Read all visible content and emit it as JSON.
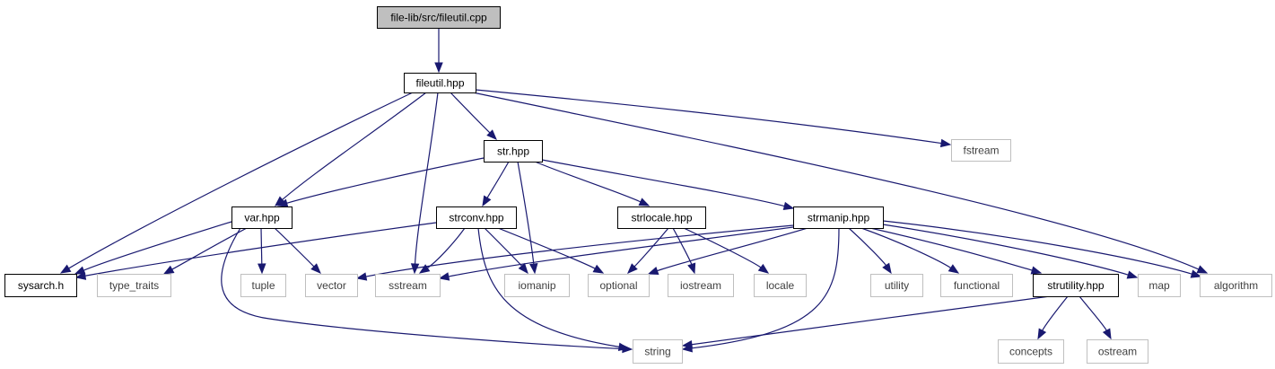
{
  "colors": {
    "edge": "#191970",
    "root_fill": "#bfbfbf",
    "root_border": "#000000",
    "internal_border": "#000000",
    "external_border": "#bfbfbf",
    "internal_text": "#000000",
    "external_text": "#404040"
  },
  "nodes": [
    {
      "id": "root",
      "label": "file-lib/src/fileutil.cpp",
      "kind": "root"
    },
    {
      "id": "fileutil_hpp",
      "label": "fileutil.hpp",
      "kind": "internal"
    },
    {
      "id": "fstream",
      "label": "fstream",
      "kind": "external"
    },
    {
      "id": "str_hpp",
      "label": "str.hpp",
      "kind": "internal"
    },
    {
      "id": "var_hpp",
      "label": "var.hpp",
      "kind": "internal"
    },
    {
      "id": "strconv_hpp",
      "label": "strconv.hpp",
      "kind": "internal"
    },
    {
      "id": "strlocale_hpp",
      "label": "strlocale.hpp",
      "kind": "internal"
    },
    {
      "id": "strmanip_hpp",
      "label": "strmanip.hpp",
      "kind": "internal"
    },
    {
      "id": "sysarch_h",
      "label": "sysarch.h",
      "kind": "internal"
    },
    {
      "id": "type_traits",
      "label": "type_traits",
      "kind": "external"
    },
    {
      "id": "tuple",
      "label": "tuple",
      "kind": "external"
    },
    {
      "id": "vector",
      "label": "vector",
      "kind": "external"
    },
    {
      "id": "sstream",
      "label": "sstream",
      "kind": "external"
    },
    {
      "id": "iomanip",
      "label": "iomanip",
      "kind": "external"
    },
    {
      "id": "optional",
      "label": "optional",
      "kind": "external"
    },
    {
      "id": "iostream",
      "label": "iostream",
      "kind": "external"
    },
    {
      "id": "locale",
      "label": "locale",
      "kind": "external"
    },
    {
      "id": "utility",
      "label": "utility",
      "kind": "external"
    },
    {
      "id": "functional",
      "label": "functional",
      "kind": "external"
    },
    {
      "id": "strutility_hpp",
      "label": "strutility.hpp",
      "kind": "internal"
    },
    {
      "id": "map",
      "label": "map",
      "kind": "external"
    },
    {
      "id": "algorithm",
      "label": "algorithm",
      "kind": "external"
    },
    {
      "id": "string",
      "label": "string",
      "kind": "external"
    },
    {
      "id": "concepts",
      "label": "concepts",
      "kind": "external"
    },
    {
      "id": "ostream",
      "label": "ostream",
      "kind": "external"
    }
  ],
  "edges": [
    {
      "from": "root",
      "to": "fileutil_hpp"
    },
    {
      "from": "fileutil_hpp",
      "to": "fstream"
    },
    {
      "from": "fileutil_hpp",
      "to": "str_hpp"
    },
    {
      "from": "fileutil_hpp",
      "to": "var_hpp"
    },
    {
      "from": "fileutil_hpp",
      "to": "sysarch_h"
    },
    {
      "from": "fileutil_hpp",
      "to": "sstream"
    },
    {
      "from": "fileutil_hpp",
      "to": "algorithm"
    },
    {
      "from": "str_hpp",
      "to": "var_hpp"
    },
    {
      "from": "str_hpp",
      "to": "strconv_hpp"
    },
    {
      "from": "str_hpp",
      "to": "iomanip"
    },
    {
      "from": "str_hpp",
      "to": "strlocale_hpp"
    },
    {
      "from": "str_hpp",
      "to": "strmanip_hpp"
    },
    {
      "from": "var_hpp",
      "to": "sysarch_h"
    },
    {
      "from": "var_hpp",
      "to": "type_traits"
    },
    {
      "from": "var_hpp",
      "to": "tuple"
    },
    {
      "from": "var_hpp",
      "to": "vector"
    },
    {
      "from": "var_hpp",
      "to": "string"
    },
    {
      "from": "strconv_hpp",
      "to": "sysarch_h"
    },
    {
      "from": "strconv_hpp",
      "to": "sstream"
    },
    {
      "from": "strconv_hpp",
      "to": "iomanip"
    },
    {
      "from": "strconv_hpp",
      "to": "optional"
    },
    {
      "from": "strconv_hpp",
      "to": "string"
    },
    {
      "from": "strlocale_hpp",
      "to": "optional"
    },
    {
      "from": "strlocale_hpp",
      "to": "iostream"
    },
    {
      "from": "strlocale_hpp",
      "to": "locale"
    },
    {
      "from": "strmanip_hpp",
      "to": "vector"
    },
    {
      "from": "strmanip_hpp",
      "to": "sstream"
    },
    {
      "from": "strmanip_hpp",
      "to": "optional"
    },
    {
      "from": "strmanip_hpp",
      "to": "utility"
    },
    {
      "from": "strmanip_hpp",
      "to": "functional"
    },
    {
      "from": "strmanip_hpp",
      "to": "strutility_hpp"
    },
    {
      "from": "strmanip_hpp",
      "to": "map"
    },
    {
      "from": "strmanip_hpp",
      "to": "algorithm"
    },
    {
      "from": "strmanip_hpp",
      "to": "string"
    },
    {
      "from": "strutility_hpp",
      "to": "string"
    },
    {
      "from": "strutility_hpp",
      "to": "concepts"
    },
    {
      "from": "strutility_hpp",
      "to": "ostream"
    }
  ]
}
